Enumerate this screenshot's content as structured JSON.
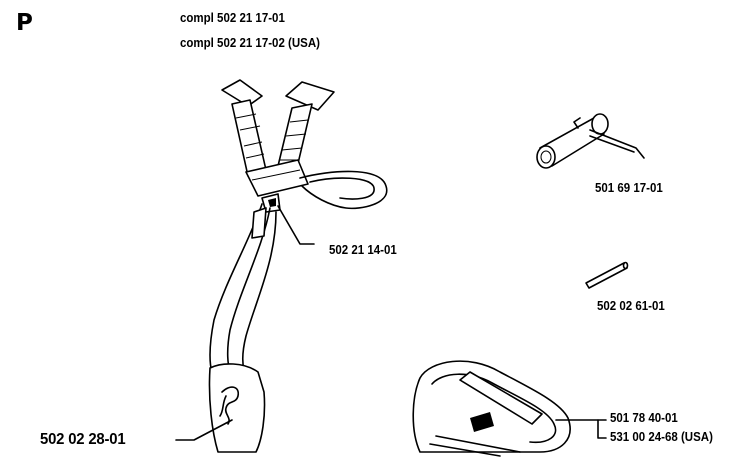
{
  "section_letter": "P",
  "header_lines": [
    "compl 502 21 17-01",
    "compl 502 21 17-02 (USA)"
  ],
  "parts": {
    "harness_clip": "502 21 14-01",
    "tool_wrench": "501 69  17-01",
    "pin": "502 02 61-01",
    "hip_pad": "502 02 28-01",
    "guard_pad": "501 78 40-01",
    "guard_pad_usa": "531 00 24-68 (USA)"
  }
}
